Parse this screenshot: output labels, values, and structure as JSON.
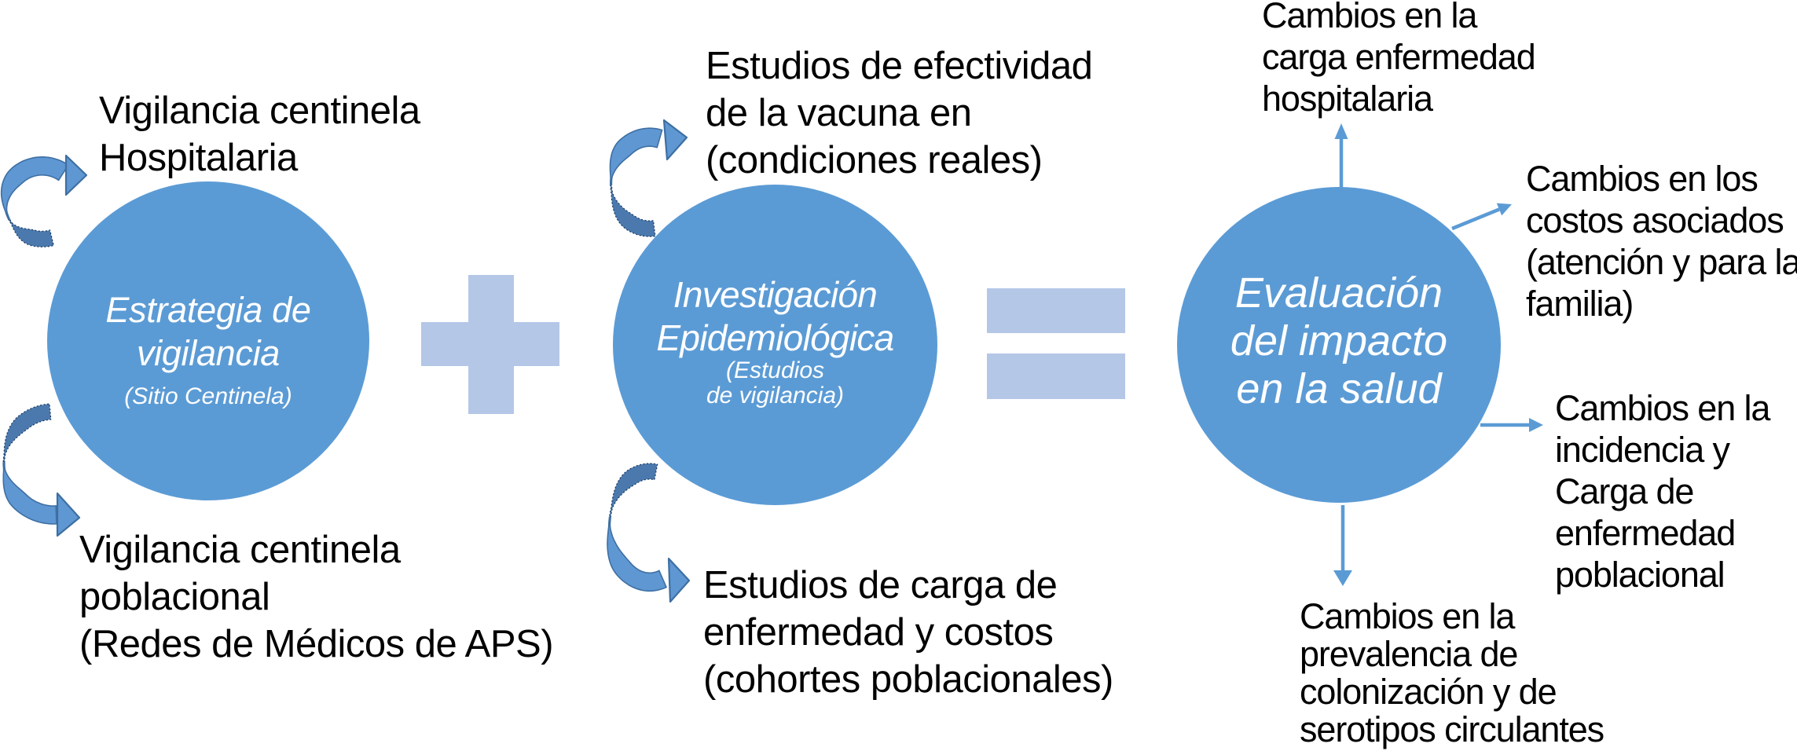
{
  "title": "Estrategia de vigilancia + Investigación Epidemiológica = Evaluación del impacto en la salud",
  "colors": {
    "background": "#ffffff",
    "circle_fill": "#5b9bd5",
    "circle_text": "#ffffff",
    "operator_fill": "#b4c7e7",
    "label_text": "#000000",
    "arrow_fill": "#5b9bd5",
    "arrow_front": "#5f97d2",
    "arrow_back": "#4b79ad",
    "arrow_outline": "#3e6fa3"
  },
  "circles": {
    "estrategia": {
      "main_lines": [
        "Estrategia de",
        "vigilancia"
      ],
      "sub_lines": [
        "(Sitio Centinela)"
      ]
    },
    "investigacion": {
      "main_lines": [
        "Investigación",
        "Epidemiológica"
      ],
      "sub_lines": [
        "(Estudios",
        "de vigilancia)"
      ]
    },
    "evaluacion": {
      "main_lines": [
        "Evaluación",
        "del impacto",
        "en la salud"
      ],
      "sub_lines": []
    }
  },
  "operators": {
    "plus": "plus-sign",
    "equals": "equals-sign"
  },
  "labels": {
    "hospitalaria": {
      "lines": [
        "Vigilancia centinela",
        "Hospitalaria"
      ]
    },
    "poblacional": {
      "lines": [
        "Vigilancia centinela",
        "poblacional",
        "(Redes de Médicos de APS)"
      ]
    },
    "efectividad": {
      "lines": [
        "Estudios de efectividad",
        "de la vacuna en",
        "(condiciones reales)"
      ]
    },
    "carga": {
      "lines": [
        "Estudios de carga de",
        "enfermedad y costos",
        "(cohortes poblacionales)"
      ]
    },
    "impacto_hospitalaria": {
      "lines": [
        "Cambios en la",
        "carga enfermedad",
        "hospitalaria"
      ]
    },
    "impacto_costos": {
      "lines": [
        "Cambios en los",
        "costos asociados",
        "(atención y para la",
        "familia)"
      ]
    },
    "impacto_incidencia": {
      "lines": [
        "Cambios en la",
        "incidencia y",
        "Carga de",
        "enfermedad",
        "poblacional"
      ]
    },
    "impacto_prevalencia": {
      "lines": [
        "Cambios en la",
        "prevalencia de",
        "colonización y de",
        "serotipos circulantes"
      ]
    }
  }
}
